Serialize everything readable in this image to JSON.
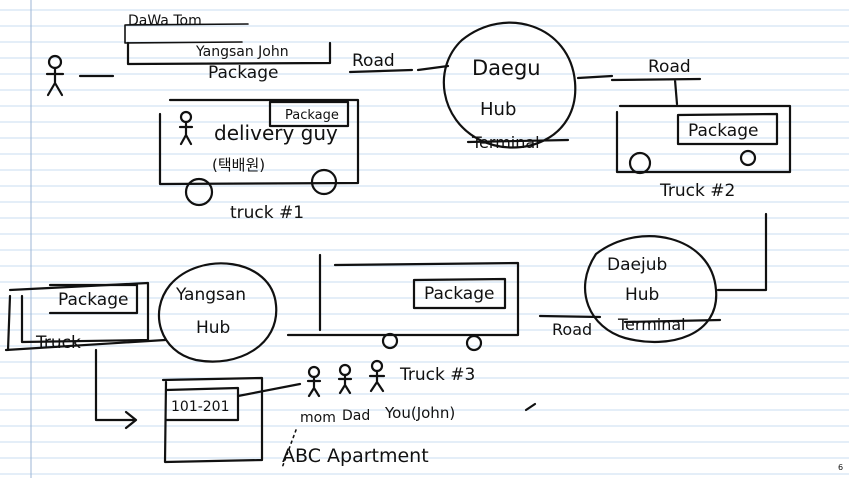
{
  "page": {
    "number": "6"
  },
  "top_row": {
    "sender_box_line1": "DaWa Tom",
    "sender_box_line2": "Yangsan John",
    "package_label": "Package",
    "road_label_1": "Road",
    "daegu_hub_line1": "Daegu",
    "daegu_hub_line2": "Hub",
    "daegu_hub_line3": "Terminal",
    "road_label_2": "Road",
    "truck1_package": "Package",
    "truck1_driver": "delivery guy",
    "truck1_driver_korean": "(택배원)",
    "truck1_label": "truck #1",
    "truck2_package": "Package",
    "truck2_label": "Truck #2"
  },
  "middle_row": {
    "daejub_hub_line1": "Daejub",
    "daejub_hub_line2": "Hub",
    "daejub_hub_line3": "Terminal",
    "road_label_3": "Road",
    "truck3_package": "Package",
    "truck3_label": "Truck #3",
    "yangsan_hub_line1": "Yangsan",
    "yangsan_hub_line2": "Hub",
    "local_truck_package": "Package",
    "local_truck_label": "Truck"
  },
  "bottom_row": {
    "apartment_unit": "101-201",
    "person_mom": "mom",
    "person_dad": "Dad",
    "person_you": "You(John)",
    "apartment_label": "ABC Apartment"
  }
}
